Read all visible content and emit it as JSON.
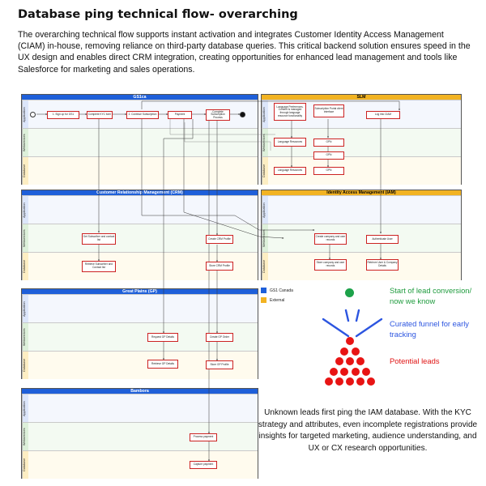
{
  "title": "Database ping technical flow- overarching",
  "intro": "The overarching technical flow supports instant activation and integrates Customer Identity Access Management (CIAM) in-house, removing reliance on third-party database queries. This critical backend solution ensures speed in the UX design and enables direct CRM integration, creating opportunities for enhanced lead management and tools like Salesforce for marketing and sales operations.",
  "row_labels": {
    "app": "Application",
    "ws": "Webservices",
    "db": "Database"
  },
  "lanes": {
    "gs1ca": "GS1ca",
    "slm": "SLM",
    "crm": "Customer Relationship Management (CRM)",
    "iam": "Identity Access Management (IAM)",
    "gp": "Great Plains (GP)",
    "bambora": "Bambora"
  },
  "nodes": {
    "gs1_signup": "1. Sign up for GS1",
    "gs1_complete_kyc": "Complete KYC form",
    "gs1_continue_sub": "2. Continue Subscription",
    "gs1_payment": "Payment",
    "gs1_complete_sub": "Complete Subscription Process",
    "slm_lang_pref": "Language Preferences. Content is managed through language resource functionality",
    "slm_sub_view": "Subscription Portal client interface",
    "slm_log_ciam": "Log into CIAM",
    "slm_ws_lang": "Language Resources",
    "slm_ws_gpn": "GPN",
    "slm_db_lang": "Language Resources",
    "slm_db_gpn": "GPN",
    "crm_get_sub": "Get Subscriber and contact list",
    "crm_create_profile": "Create CRM Profile",
    "crm_retrieve": "Retrieve Subscriber and Contact list",
    "crm_store_profile": "Store CRM Profile",
    "iam_create_company": "Create company and user records",
    "iam_auth_user": "Authenticate User",
    "iam_store_company": "Store company and user records",
    "iam_retrieve_user": "Retrieve User & Company Details",
    "gp_request": "Request GP Details",
    "gp_create_order": "Create GP Order",
    "gp_retrieve": "Retrieve GP Details",
    "gp_store": "Store GP Profile",
    "bam_process": "Process payment",
    "bam_capture": "Capture payment"
  },
  "legend": {
    "internal_label": "GS1 Canada",
    "external_label": "External",
    "internal_color": "#1E5FD9",
    "external_color": "#F2B322"
  },
  "funnel": {
    "lead_conversion": "Start of lead conversion/ now we know",
    "curated_funnel": "Curated funnel for early tracking",
    "potential_leads": "Potential leads",
    "green": "#1DA24A",
    "blue": "#2C55E0",
    "red": "#E81414"
  },
  "outro": "Unknown leads first ping the IAM database. With the KYC strategy and attributes, even incomplete registrations provide insights for targeted marketing, audience understanding, and UX or CX research opportunities."
}
